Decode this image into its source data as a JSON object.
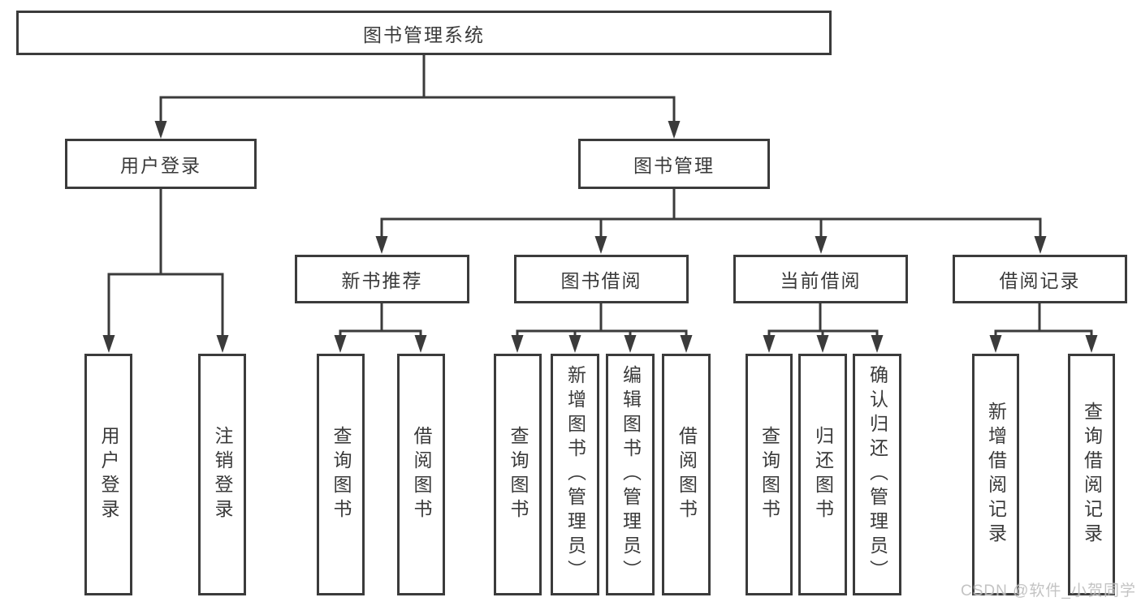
{
  "nodes": {
    "root": {
      "label": "图书管理系统"
    },
    "level2": [
      {
        "id": "user-login",
        "label": "用户登录"
      },
      {
        "id": "book-management",
        "label": "图书管理"
      }
    ],
    "level3": [
      {
        "id": "new-book-recommend",
        "label": "新书推荐",
        "parent": "图书管理"
      },
      {
        "id": "book-borrow",
        "label": "图书借阅",
        "parent": "图书管理"
      },
      {
        "id": "current-borrow",
        "label": "当前借阅",
        "parent": "图书管理"
      },
      {
        "id": "borrow-records",
        "label": "借阅记录",
        "parent": "图书管理"
      }
    ],
    "leaves": [
      {
        "id": "user-login",
        "label": "用户登录",
        "parent": "用户登录"
      },
      {
        "id": "logout",
        "label": "注销登录",
        "parent": "用户登录"
      },
      {
        "id": "query-books-recommend",
        "label": "查询图书",
        "parent": "新书推荐"
      },
      {
        "id": "borrow-books-recommend",
        "label": "借阅图书",
        "parent": "新书推荐"
      },
      {
        "id": "query-books-borrow",
        "label": "查询图书",
        "parent": "图书借阅"
      },
      {
        "id": "add-books-admin",
        "label": "新增图书（管理员）",
        "parent": "图书借阅"
      },
      {
        "id": "edit-books-admin",
        "label": "编辑图书（管理员）",
        "parent": "图书借阅"
      },
      {
        "id": "borrow-books-borrow",
        "label": "借阅图书",
        "parent": "图书借阅"
      },
      {
        "id": "query-books-current",
        "label": "查询图书",
        "parent": "当前借阅"
      },
      {
        "id": "return-books",
        "label": "归还图书",
        "parent": "当前借阅"
      },
      {
        "id": "confirm-return-admin",
        "label": "确认归还（管理员）",
        "parent": "当前借阅"
      },
      {
        "id": "add-borrow-record",
        "label": "新增借阅记录",
        "parent": "借阅记录"
      },
      {
        "id": "query-borrow-record",
        "label": "查询借阅记录",
        "parent": "借阅记录"
      }
    ]
  },
  "watermark": "CSDN @软件_小贺同学",
  "colors": {
    "line": "#3b3b3b",
    "text": "#3a3a3a",
    "watermark": "#bdbdbd",
    "bg": "#ffffff"
  }
}
